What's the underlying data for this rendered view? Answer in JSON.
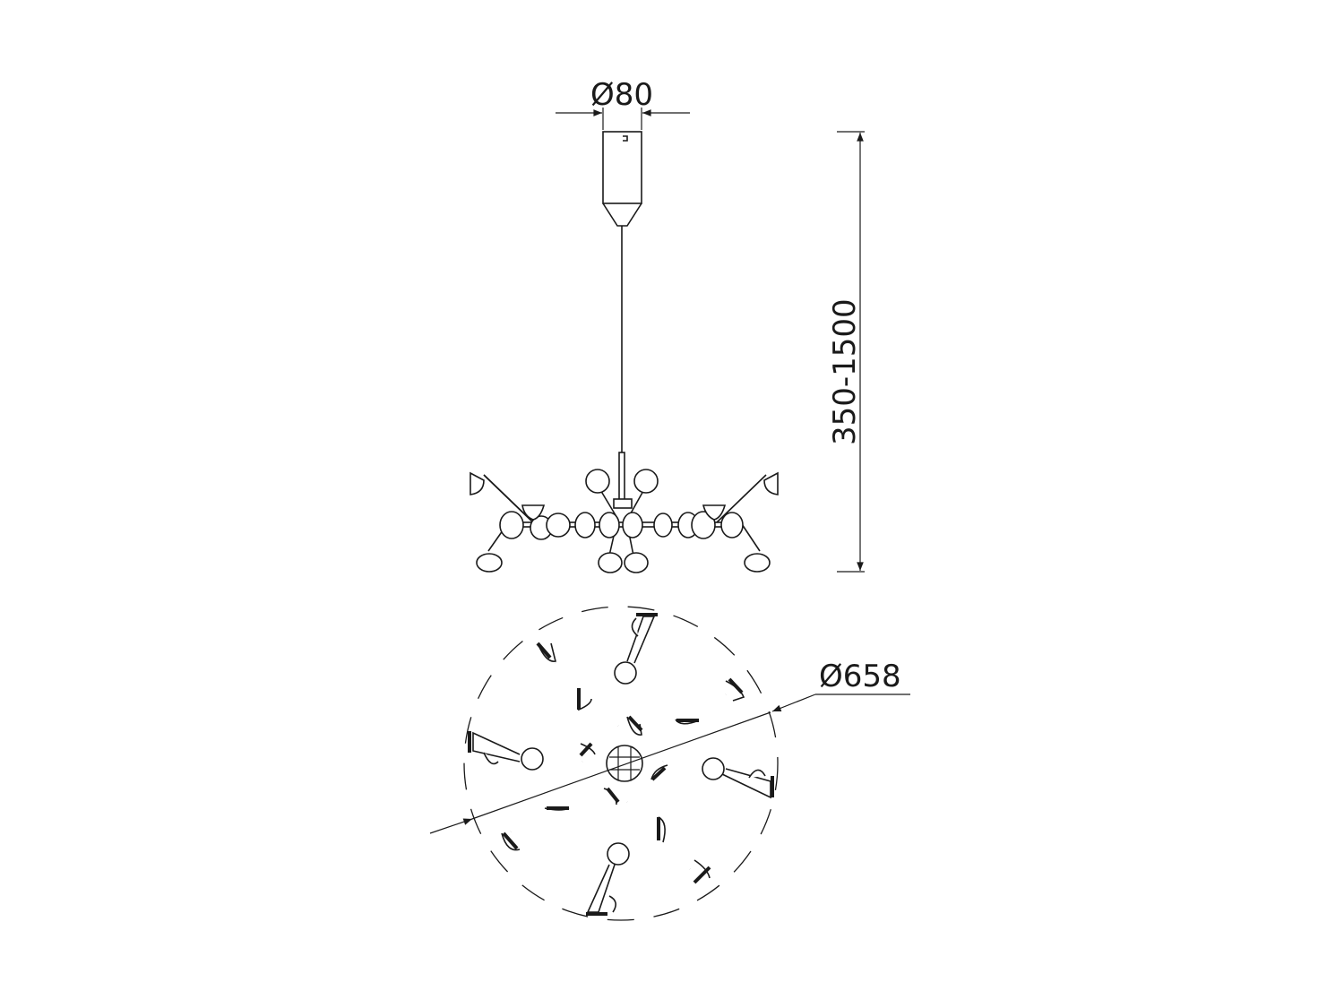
{
  "drawing": {
    "title": "Pendant lamp dimension drawing",
    "views": [
      "side-elevation",
      "top-plan"
    ],
    "line_color": "#1a1a1a",
    "background": "#ffffff"
  },
  "dimensions": {
    "canopy_diameter": "Ø80",
    "suspension_height": "350-1500",
    "fixture_diameter": "Ø658"
  }
}
